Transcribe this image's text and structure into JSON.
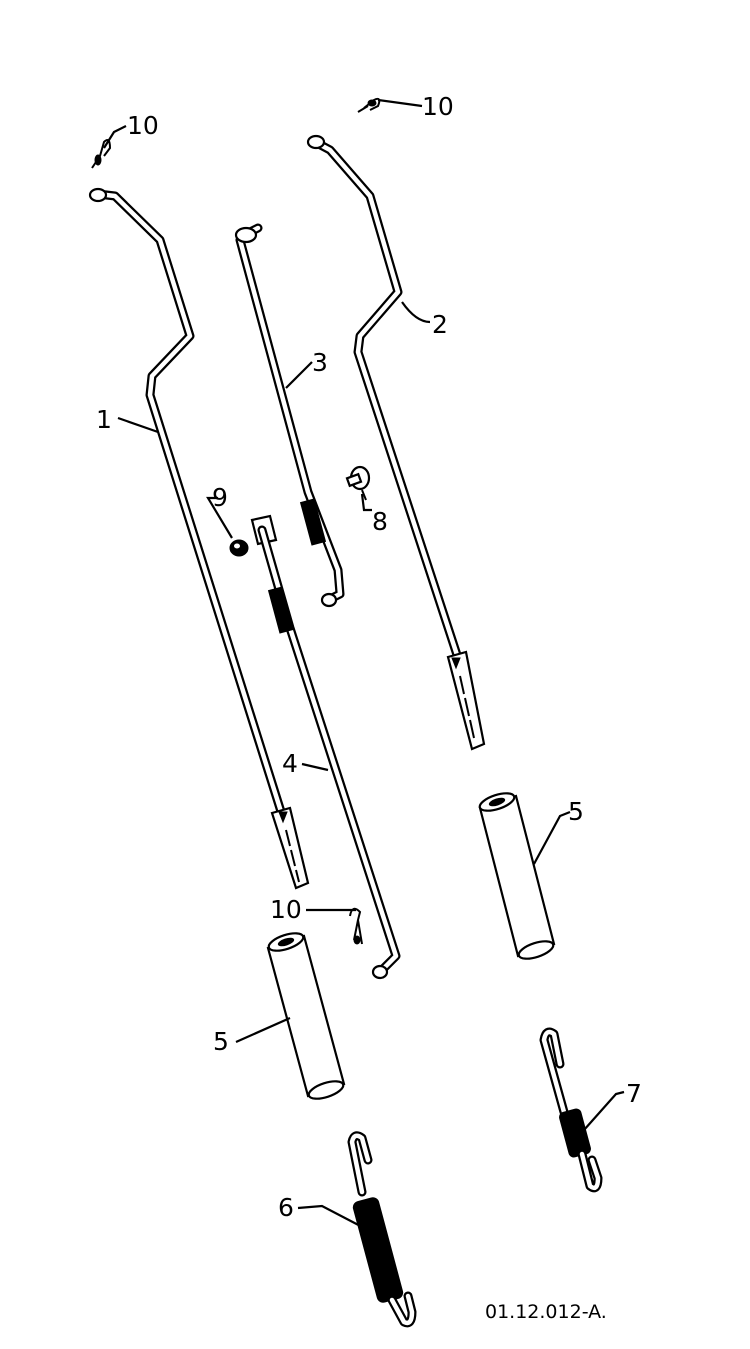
{
  "diagram": {
    "reference_code": "01.12.012-A.",
    "callouts": {
      "p1": "1",
      "p2": "2",
      "p3": "3",
      "p4": "4",
      "p5a": "5",
      "p5b": "5",
      "p6": "6",
      "p7": "7",
      "p8": "8",
      "p9": "9",
      "p10a": "10",
      "p10b": "10",
      "p10c": "10"
    }
  }
}
